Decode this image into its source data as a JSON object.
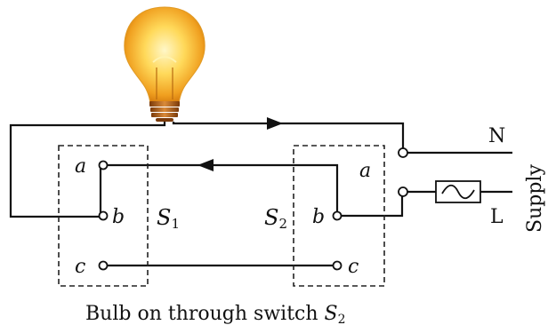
{
  "labels": {
    "neutral": "N",
    "live": "L",
    "supply": "Supply",
    "s1_terminal_a": "a",
    "s1_terminal_b": "b",
    "s1_terminal_c": "c",
    "s2_terminal_a": "a",
    "s2_terminal_b": "b",
    "s2_terminal_c": "c",
    "switch1_letter": "S",
    "switch1_sub": "1",
    "switch2_letter": "S",
    "switch2_sub": "2",
    "caption_text": "Bulb on through switch ",
    "caption_switch_letter": "S",
    "caption_switch_sub": "2"
  },
  "colors": {
    "wire": "#111111",
    "bulb_glow": "#f6c23a",
    "bulb_core": "#ffe680",
    "bulb_base": "#b5651d",
    "fuse_symbol": "#111111"
  },
  "icons": {
    "bulb": "light-bulb-icon",
    "fuse": "fuse-icon"
  }
}
